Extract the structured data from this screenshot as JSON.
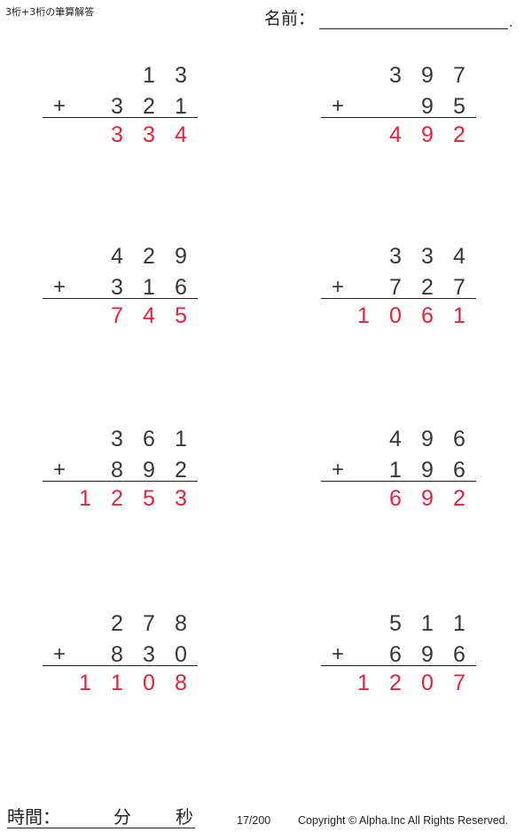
{
  "header": {
    "title": "3桁+3桁の筆算解答",
    "name_label": "名前：",
    "name_value": "",
    "name_end": "."
  },
  "operator_symbol": "+",
  "colors": {
    "digits": "#3a3636",
    "answer": "#e8203a",
    "rule": "#231f20"
  },
  "problems": [
    {
      "a": "13",
      "b": "321",
      "answer": "334",
      "a_digits": [
        "",
        "",
        "1",
        "3"
      ],
      "b_digits": [
        "",
        "3",
        "2",
        "1"
      ],
      "ans_digits": [
        "",
        "3",
        "3",
        "4"
      ]
    },
    {
      "a": "397",
      "b": "95",
      "answer": "492",
      "a_digits": [
        "",
        "3",
        "9",
        "7"
      ],
      "b_digits": [
        "",
        "",
        "9",
        "5"
      ],
      "ans_digits": [
        "",
        "4",
        "9",
        "2"
      ]
    },
    {
      "a": "429",
      "b": "316",
      "answer": "745",
      "a_digits": [
        "",
        "4",
        "2",
        "9"
      ],
      "b_digits": [
        "",
        "3",
        "1",
        "6"
      ],
      "ans_digits": [
        "",
        "7",
        "4",
        "5"
      ]
    },
    {
      "a": "334",
      "b": "727",
      "answer": "1061",
      "a_digits": [
        "",
        "3",
        "3",
        "4"
      ],
      "b_digits": [
        "",
        "7",
        "2",
        "7"
      ],
      "ans_digits": [
        "1",
        "0",
        "6",
        "1"
      ]
    },
    {
      "a": "361",
      "b": "892",
      "answer": "1253",
      "a_digits": [
        "",
        "3",
        "6",
        "1"
      ],
      "b_digits": [
        "",
        "8",
        "9",
        "2"
      ],
      "ans_digits": [
        "1",
        "2",
        "5",
        "3"
      ]
    },
    {
      "a": "496",
      "b": "196",
      "answer": "692",
      "a_digits": [
        "",
        "4",
        "9",
        "6"
      ],
      "b_digits": [
        "",
        "1",
        "9",
        "6"
      ],
      "ans_digits": [
        "",
        "6",
        "9",
        "2"
      ]
    },
    {
      "a": "278",
      "b": "830",
      "answer": "1108",
      "a_digits": [
        "",
        "2",
        "7",
        "8"
      ],
      "b_digits": [
        "",
        "8",
        "3",
        "0"
      ],
      "ans_digits": [
        "1",
        "1",
        "0",
        "8"
      ]
    },
    {
      "a": "511",
      "b": "696",
      "answer": "1207",
      "a_digits": [
        "",
        "5",
        "1",
        "1"
      ],
      "b_digits": [
        "",
        "6",
        "9",
        "6"
      ],
      "ans_digits": [
        "1",
        "2",
        "0",
        "7"
      ]
    }
  ],
  "footer": {
    "time_label": "時間：",
    "minutes_label": "分",
    "seconds_label": "秒",
    "page": "17/200",
    "copyright": "Copyright © Alpha.Inc All Rights Reserved."
  }
}
